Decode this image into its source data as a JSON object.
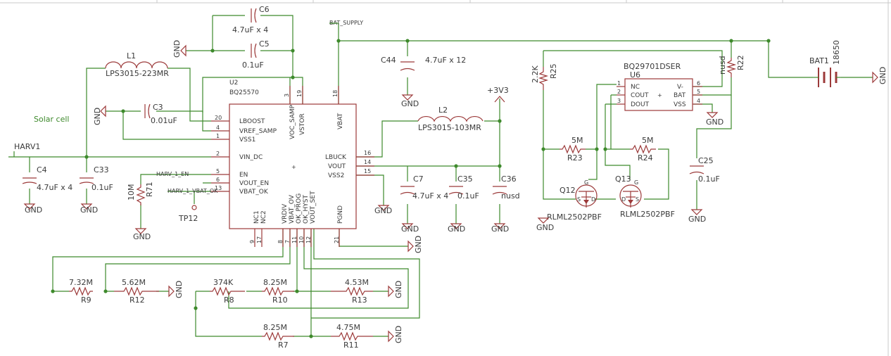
{
  "chips": {
    "u2": {
      "name": "U2",
      "value": "BQ25570",
      "pins_left": [
        "LBOOST",
        "VREF_SAMP",
        "VSS1",
        "VIN_DC",
        "EN",
        "VOUT_EN",
        "VBAT_OK"
      ],
      "pins_left_nums": [
        "20",
        "4",
        "1",
        "2",
        "5",
        "6",
        "13"
      ],
      "pins_right": [
        "LBUCK",
        "VOUT",
        "VSS2"
      ],
      "pins_right_nums": [
        "16",
        "14",
        "15"
      ],
      "pins_top": [
        "VOC_SAMP",
        "VSTOR",
        "VBAT"
      ],
      "pins_top_nums": [
        "3",
        "19",
        "18"
      ],
      "pins_bottom": [
        "NC1",
        "NC2",
        "VRDIV",
        "VBAT_OV",
        "OK_PROG",
        "OK_HYST",
        "VOUT_SET",
        "PGND"
      ],
      "pins_bottom_nums": [
        "9",
        "17",
        "8",
        "7",
        "11",
        "10",
        "12",
        "21"
      ]
    },
    "u6": {
      "name": "U6",
      "value": "BQ29701DSER",
      "pins_left": [
        "NC",
        "COUT",
        "DOUT"
      ],
      "pins_left_nums": [
        "1",
        "2",
        "3"
      ],
      "pins_right": [
        "V-",
        "BAT",
        "VSS"
      ],
      "pins_right_nums": [
        "6",
        "5",
        "4"
      ]
    }
  },
  "caps": {
    "c6": {
      "name": "C6",
      "value": "4.7uF x 4"
    },
    "c5": {
      "name": "C5",
      "value": "0.1uF"
    },
    "c3": {
      "name": "C3",
      "value": "0.01uF"
    },
    "c4": {
      "name": "C4",
      "value": "4.7uF x 4"
    },
    "c33": {
      "name": "C33",
      "value": "0.1uF"
    },
    "c44": {
      "name": "C44",
      "value": "4.7uF x 12"
    },
    "c7": {
      "name": "C7",
      "value": "4.7uF x 4"
    },
    "c35": {
      "name": "C35",
      "value": "0.1uF"
    },
    "c36": {
      "name": "C36",
      "value": "nusd"
    },
    "c25": {
      "name": "C25",
      "value": "0.1uF"
    }
  },
  "inductors": {
    "l1": {
      "name": "L1",
      "value": "LPS3015-223MR"
    },
    "l2": {
      "name": "L2",
      "value": "LPS3015-103MR"
    }
  },
  "resistors": {
    "r71": {
      "name": "R71",
      "value": "10M"
    },
    "r9": {
      "name": "R9",
      "value": "7.32M"
    },
    "r12": {
      "name": "R12",
      "value": "5.62M"
    },
    "r8": {
      "name": "R8",
      "value": "374K"
    },
    "r10": {
      "name": "R10",
      "value": "8.25M"
    },
    "r13": {
      "name": "R13",
      "value": "4.53M"
    },
    "r7": {
      "name": "R7",
      "value": "8.25M"
    },
    "r11": {
      "name": "R11",
      "value": "4.75M"
    },
    "r25": {
      "name": "R25",
      "value": "2.2K"
    },
    "r22": {
      "name": "R22",
      "value": "nusd"
    },
    "r23": {
      "name": "R23",
      "value": "5M"
    },
    "r24": {
      "name": "R24",
      "value": "5M"
    }
  },
  "transistors": {
    "q12": {
      "name": "Q12",
      "value": "RLML2502PBF"
    },
    "q13": {
      "name": "Q13",
      "value": "RLML2502PBF"
    }
  },
  "battery": {
    "name": "BAT1",
    "value": "18650"
  },
  "testpoint": {
    "name": "TP12"
  },
  "nets": {
    "bat_supply": "BAT_SUPPLY",
    "harv1": "HARV1",
    "harv1_en": "HARV_1_EN",
    "harv1_vbat_ok": "HARV_1_VBAT_OK",
    "rail": "+3V3",
    "solar": "Solar cell",
    "gnd": "GND"
  },
  "colors": {
    "wire": "#3e8a2c",
    "part": "#9c3a3a",
    "text": "#3a3a3a"
  }
}
